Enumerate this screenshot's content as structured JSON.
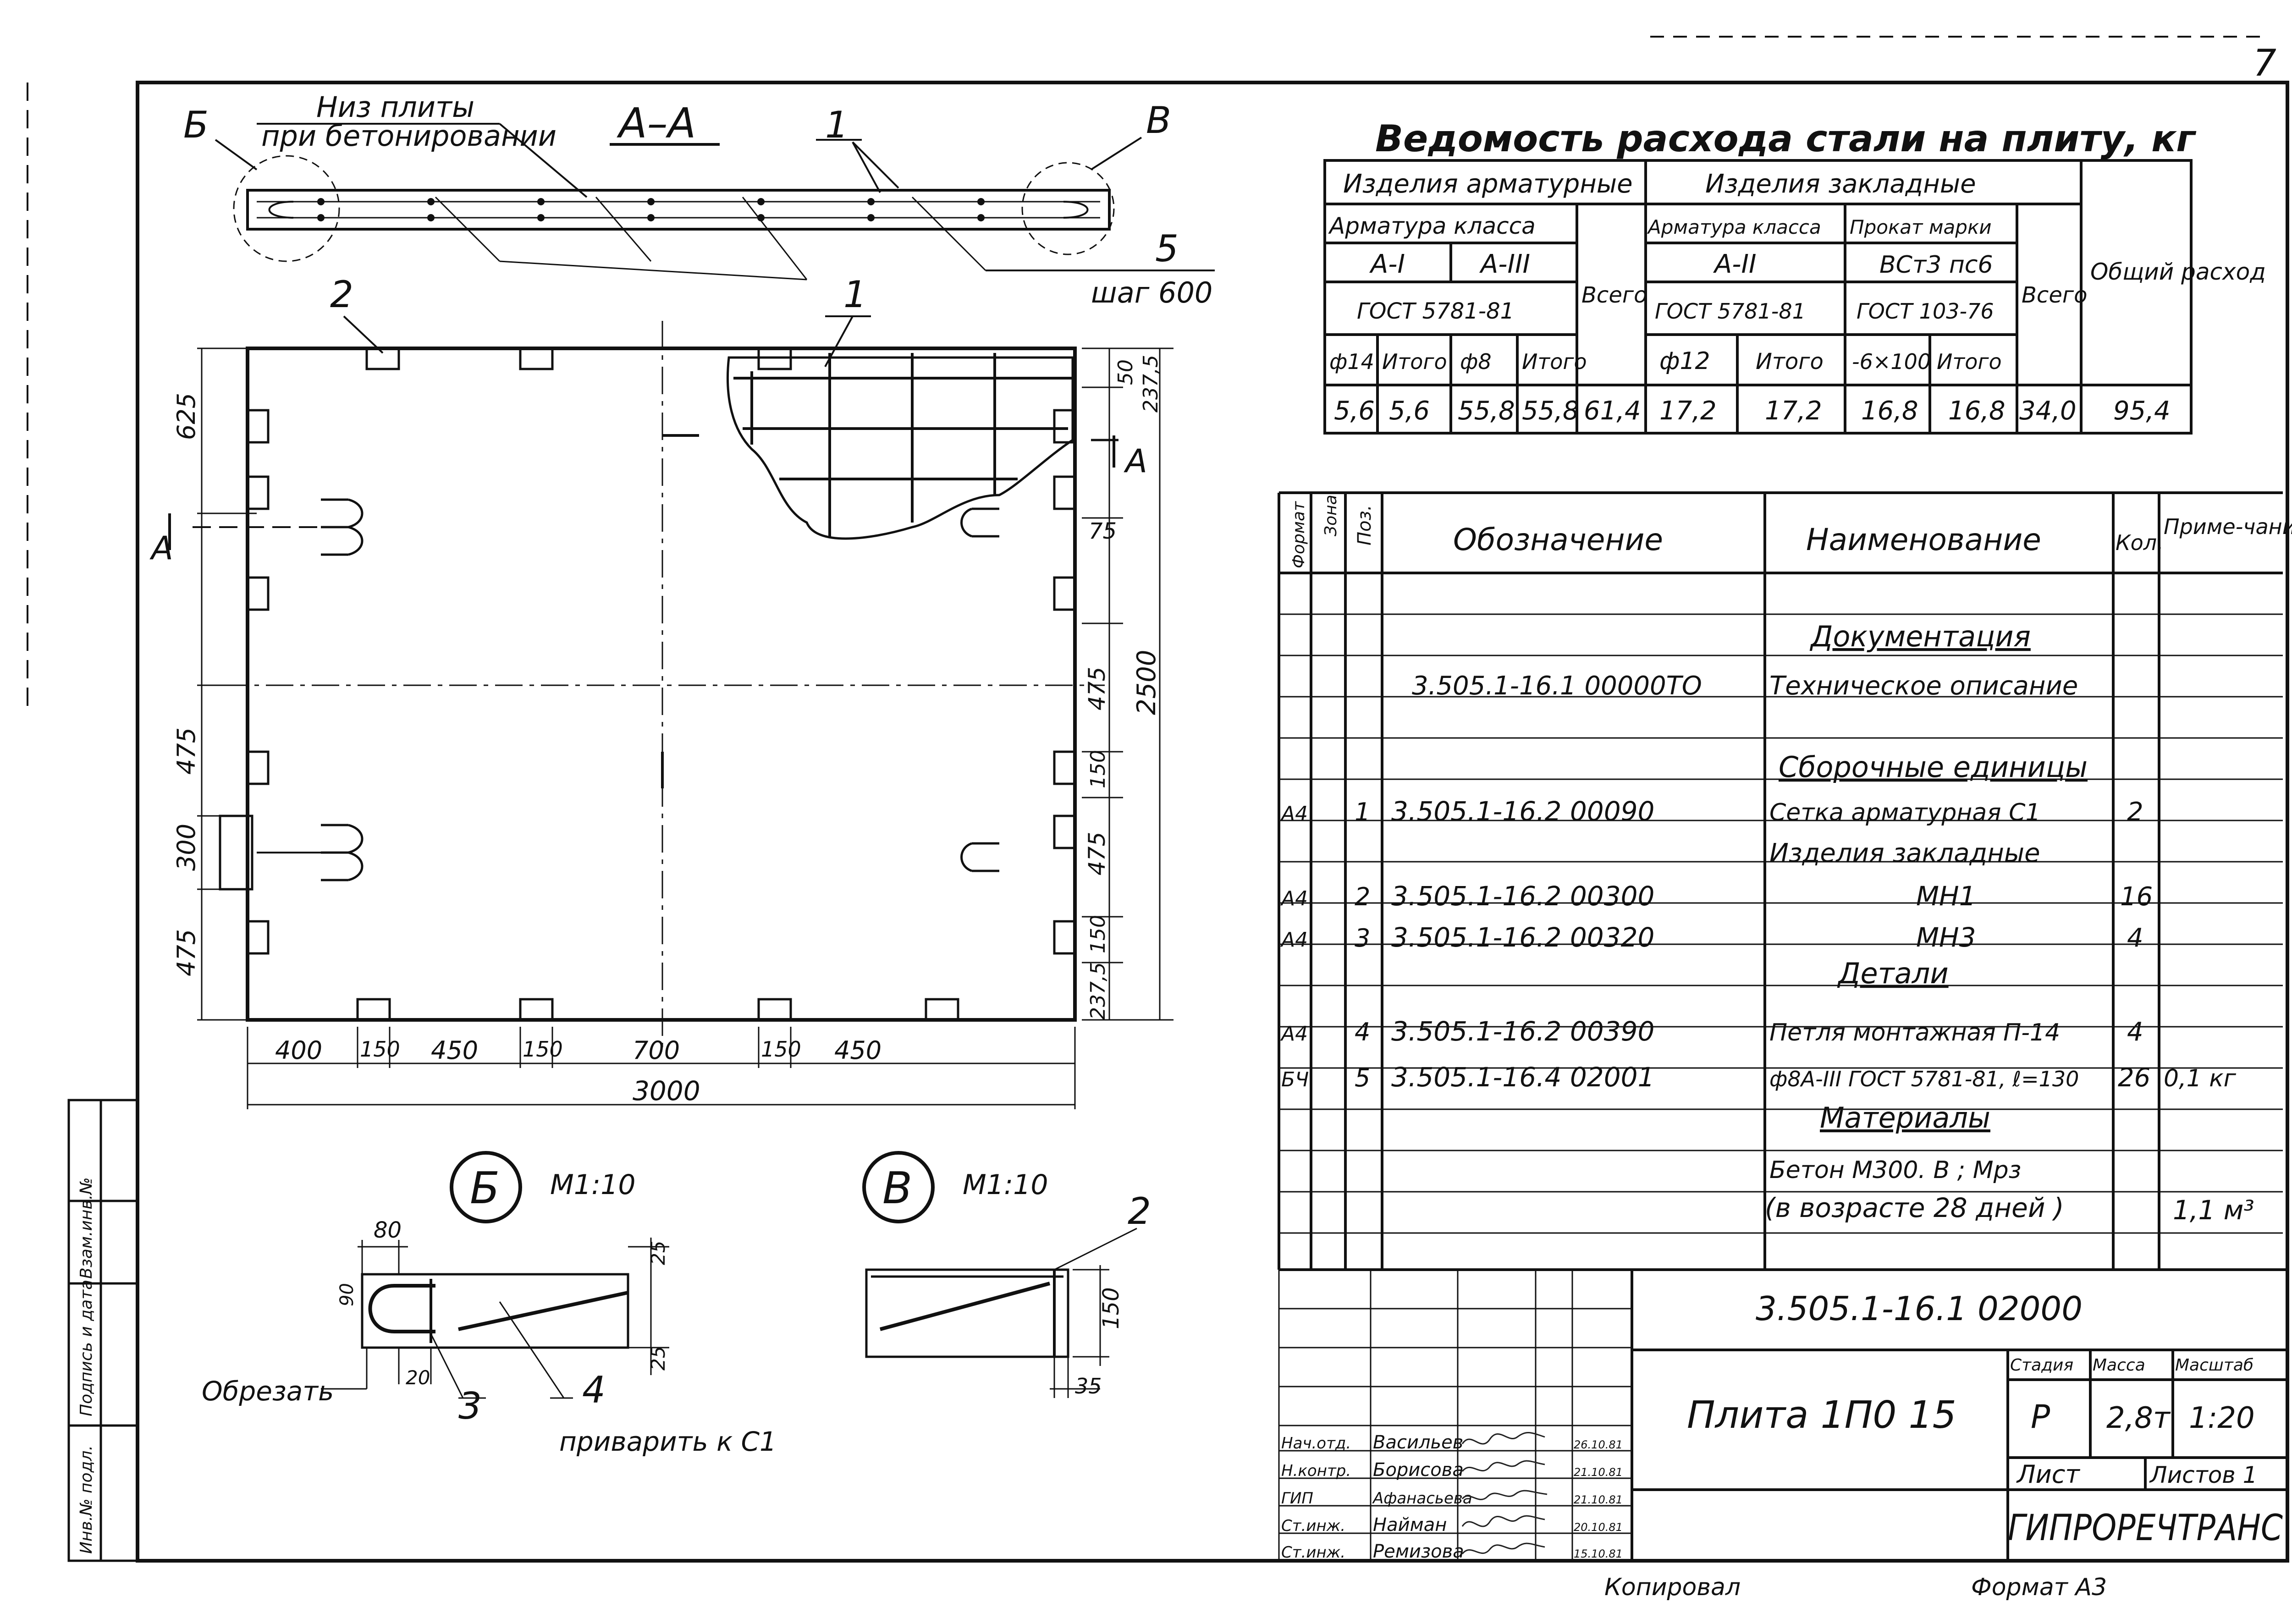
{
  "section_aa": {
    "title": "А–А",
    "note_line1": "Низ плиты",
    "note_line2": "при бетонировании",
    "callout_b": "Б",
    "callout_v": "В",
    "callout_1": "1",
    "callout_5": "5",
    "step_note": "шаг 600"
  },
  "plan": {
    "callout_2": "2",
    "callout_1": "1",
    "section_mark_a": "А",
    "dims_left": [
      "625",
      "475",
      "300",
      "475"
    ],
    "dims_right": [
      "50",
      "237,5",
      "75",
      "475",
      "150",
      "475",
      "150",
      "237,5"
    ],
    "dim_total_height": "2500",
    "dims_bottom": [
      "400",
      "150",
      "450",
      "150",
      "700",
      "150",
      "450"
    ],
    "dim_total_width": "3000"
  },
  "detail_b": {
    "label": "Б",
    "scale": "М1:10",
    "dims": [
      "80",
      "90",
      "25",
      "25",
      "20"
    ],
    "cut_note": "Обрезать",
    "callout_3": "3",
    "callout_4": "4",
    "weld_note": "приварить к С1"
  },
  "detail_v": {
    "label": "В",
    "scale": "М1:10",
    "callout_2": "2",
    "dims": [
      "150",
      "35"
    ]
  },
  "steel_table": {
    "title": "Ведомость расхода стали на плиту, кг",
    "group1": "Изделия арматурные",
    "group2": "Изделия закладные",
    "h_armature_class": "Арматура класса",
    "h_armature_class2": "Арматура класса",
    "h_prokat": "Прокат марки",
    "h_a1": "А-I",
    "h_a3": "А-III",
    "h_a2": "А-II",
    "h_st3": "ВСт3 пс6",
    "h_gost1": "ГОСТ 5781-81",
    "h_gost2": "ГОСТ 5781-81",
    "h_gost3": "ГОСТ 103-76",
    "h_total1": "Всего",
    "h_total2": "Всего",
    "h_general": "Общий расход",
    "sub_headers": [
      "ф14",
      "Итого",
      "ф8",
      "Итого",
      "ф12",
      "Итого",
      "-6×100",
      "Итого"
    ],
    "values": [
      "5,6",
      "5,6",
      "55,8",
      "55,8",
      "61,4",
      "17,2",
      "17,2",
      "16,8",
      "16,8",
      "34,0",
      "95,4"
    ]
  },
  "spec_table": {
    "headers": {
      "format": "Формат",
      "zone": "Зона",
      "pos": "Поз.",
      "designation": "Обозначение",
      "name": "Наименование",
      "qty": "Кол.",
      "note": "Приме-чание"
    },
    "rows": [
      {
        "format": "",
        "pos": "",
        "designation": "",
        "name": "Документация",
        "qty": "",
        "note": "",
        "heading": true
      },
      {
        "format": "",
        "pos": "",
        "designation": "3.505.1-16.1    00000ТО",
        "name": "Техническое описание",
        "qty": "",
        "note": "",
        "heading": false
      },
      {
        "format": "",
        "pos": "",
        "designation": "",
        "name": "Сборочные единицы",
        "qty": "",
        "note": "",
        "heading": true
      },
      {
        "format": "А4",
        "pos": "1",
        "designation": "3.505.1-16.2    00090",
        "name": "Сетка арматурная С1",
        "qty": "2",
        "note": "",
        "heading": false
      },
      {
        "format": "",
        "pos": "",
        "designation": "",
        "name": "Изделия закладные",
        "qty": "",
        "note": "",
        "heading": false
      },
      {
        "format": "А4",
        "pos": "2",
        "designation": "3.505.1-16.2    00300",
        "name": "МН1",
        "qty": "16",
        "note": "",
        "heading": false
      },
      {
        "format": "А4",
        "pos": "3",
        "designation": "3.505.1-16.2    00320",
        "name": "МН3",
        "qty": "4",
        "note": "",
        "heading": false
      },
      {
        "format": "",
        "pos": "",
        "designation": "",
        "name": "Детали",
        "qty": "",
        "note": "",
        "heading": true
      },
      {
        "format": "А4",
        "pos": "4",
        "designation": "3.505.1-16.2    00390",
        "name": "Петля монтажная П-14",
        "qty": "4",
        "note": "",
        "heading": false
      },
      {
        "format": "БЧ",
        "pos": "5",
        "designation": "3.505.1-16.4    02001",
        "name": "ф8А-III ГОСТ 5781-81, ℓ=130",
        "qty": "26",
        "note": "0,1 кг",
        "heading": false
      },
      {
        "format": "",
        "pos": "",
        "designation": "",
        "name": "Материалы",
        "qty": "",
        "note": "",
        "heading": true
      },
      {
        "format": "",
        "pos": "",
        "designation": "",
        "name": "Бетон М300. В   ; Мрз",
        "qty": "",
        "note": "",
        "heading": false
      },
      {
        "format": "",
        "pos": "",
        "designation": "",
        "name": "(в возрасте 28 дней )",
        "qty": "",
        "note": "1,1 м³",
        "heading": false
      }
    ]
  },
  "title_block": {
    "doc_number": "3.505.1-16.1   02000",
    "title": "Плита 1П0 15",
    "stage_label": "Стадия",
    "mass_label": "Масса",
    "scale_label": "Масштаб",
    "stage": "Р",
    "mass": "2,8т",
    "scale": "1:20",
    "sheet_label": "Лист",
    "sheets_label": "Листов 1",
    "org": "ГИПРОРЕЧТРАНС",
    "signers": [
      {
        "role": "Нач.отд.",
        "name": "Васильев",
        "date": "26.10.81"
      },
      {
        "role": "Н.контр.",
        "name": "Борисова",
        "date": "21.10.81"
      },
      {
        "role": "ГИП",
        "name": "Афанасьева",
        "date": "21.10.81"
      },
      {
        "role": "Ст.инж.",
        "name": "Найман",
        "date": "20.10.81"
      },
      {
        "role": "Ст.инж.",
        "name": "Ремизова",
        "date": "15.10.81"
      }
    ]
  },
  "side_stamp": {
    "labels": [
      "Инв.№ подл.",
      "Подпись и дата",
      "Взам.инв.№"
    ]
  },
  "footer": {
    "copied": "Копировал",
    "format": "Формат А3"
  },
  "sheet_number": "7"
}
